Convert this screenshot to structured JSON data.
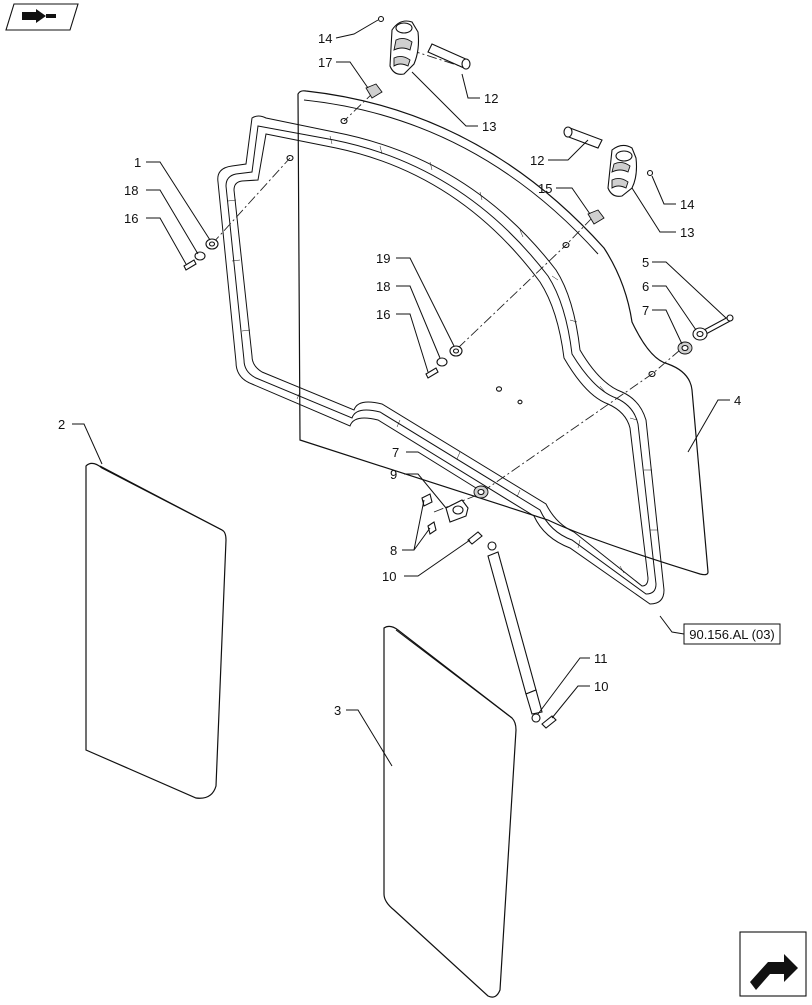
{
  "reference_label": "90.156.AL (03)",
  "icons": {
    "top_left": "book-arrow-icon",
    "bottom_right": "next-page-arrow-icon"
  },
  "callouts": [
    "14",
    "17",
    "12",
    "13",
    "12",
    "15",
    "14",
    "13",
    "1",
    "18",
    "16",
    "19",
    "18",
    "16",
    "5",
    "6",
    "7",
    "4",
    "2",
    "7",
    "9",
    "8",
    "10",
    "11",
    "10",
    "3"
  ]
}
